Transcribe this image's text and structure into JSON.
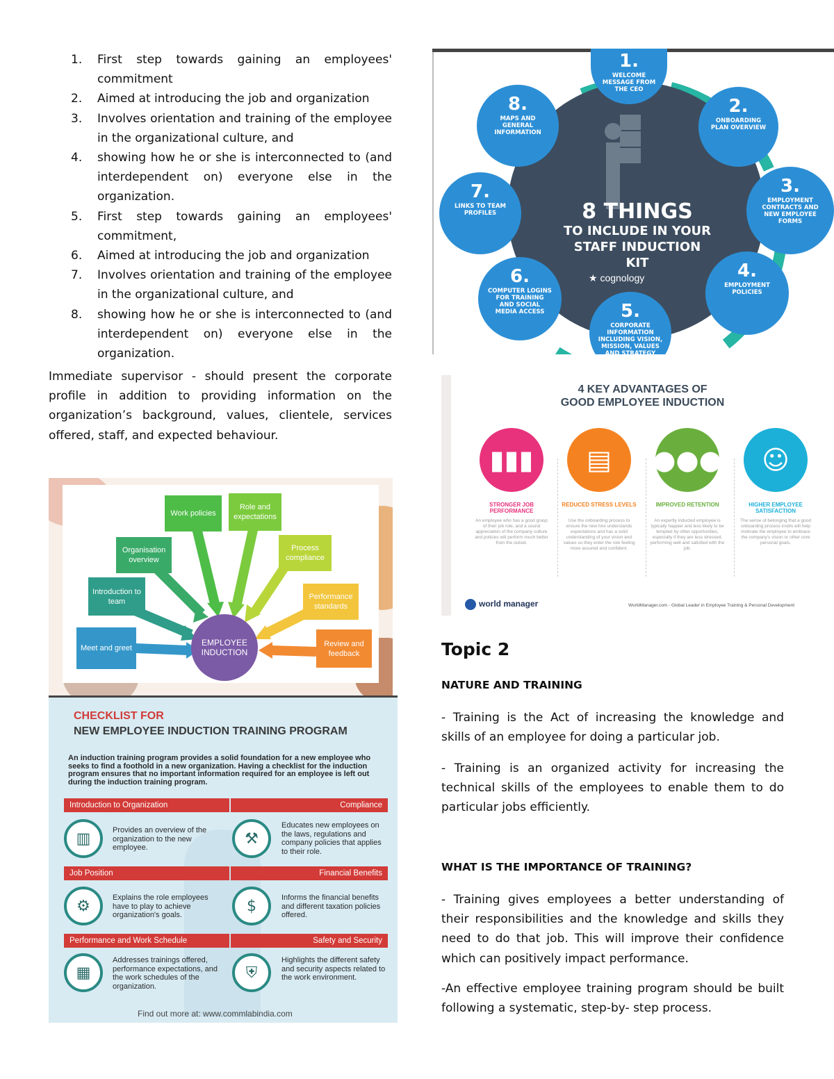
{
  "list": [
    {
      "num": "1.",
      "text": "First step towards gaining an employees' commitment"
    },
    {
      "num": "2.",
      "text": "Aimed at introducing the job and organization"
    },
    {
      "num": "3.",
      "text": "Involves orientation and training of the employee in the organizational culture, and"
    },
    {
      "num": "4.",
      "text": "showing how he or she is interconnected to (and interdependent on) everyone else in the organization."
    },
    {
      "num": "5.",
      "text": "First step towards gaining an employees' commitment,"
    },
    {
      "num": "6.",
      "text": "Aimed at introducing the job and organization"
    },
    {
      "num": "7.",
      "text": "Involves orientation and training of the employee in the organizational culture, and"
    },
    {
      "num": "8.",
      "text": "showing how he or she is interconnected to (and interdependent on) everyone else in the organization."
    }
  ],
  "supervisor_paragraph": "Immediate supervisor - should present the corporate profile in addition to providing information on the organization’s background, values, clientele, services offered, staff, and expected behaviour.",
  "kit": {
    "title_line1": "8 THINGS",
    "title_line2": "TO INCLUDE IN YOUR",
    "title_line3": "STAFF INDUCTION",
    "title_line4": "KIT",
    "brand": "cognology",
    "colors": {
      "bg": "#ffffff",
      "center": "#3d4d5f",
      "node": "#2c8fd6",
      "arrow": "#27b5a4"
    },
    "nodes": [
      {
        "num": "1.",
        "label": "WELCOME MESSAGE FROM THE CEO"
      },
      {
        "num": "2.",
        "label": "ONBOARDING PLAN OVERVIEW"
      },
      {
        "num": "3.",
        "label": "EMPLOYMENT CONTRACTS AND NEW EMPLOYEE FORMS"
      },
      {
        "num": "4.",
        "label": "EMPLOYMENT POLICIES"
      },
      {
        "num": "5.",
        "label": "CORPORATE INFORMATION INCLUDING VISION, MISSION, VALUES AND STRATEGY"
      },
      {
        "num": "6.",
        "label": "COMPUTER LOGINS FOR TRAINING AND SOCIAL MEDIA ACCESS"
      },
      {
        "num": "7.",
        "label": "LINKS TO TEAM PROFILES"
      },
      {
        "num": "8.",
        "label": "MAPS AND GENERAL INFORMATION"
      }
    ]
  },
  "advantages": {
    "title_line1": "4 KEY ADVANTAGES OF",
    "title_line2": "GOOD EMPLOYEE INDUCTION",
    "items": [
      {
        "title": "STRONGER JOB PERFORMANCE",
        "body": "An employee who has a good grasp of their job role, and a sound appreciation of the company culture and policies will perform much better from the outset.",
        "color": "#e8327c"
      },
      {
        "title": "REDUCED STRESS LEVELS",
        "body": "Use the onboarding process to ensure the new hire understands expectations and has a solid understanding of your vision and values so they enter the role feeling more assured and confident.",
        "color": "#f58220"
      },
      {
        "title": "IMPROVED RETENTION",
        "body": "An expertly inducted employee is typically happier and less likely to be tempted by other opportunities, especially if they are less stressed, performing well and satisfied with the job.",
        "color": "#6aaf3d"
      },
      {
        "title": "HIGHER EMPLOYEE SATISFACTION",
        "body": "The sense of belonging that a good onboarding process instils will help motivate the employee to embrace the company's vision or other core personal goals.",
        "color": "#1cb0d8"
      }
    ],
    "logo": "world manager",
    "footer": "WorldManager.com - Global Leader in Employee Training & Personal Development"
  },
  "induction_diagram": {
    "center": "EMPLOYEE INDUCTION",
    "boxes": [
      {
        "label": "Work policies",
        "color": "#4ebd48"
      },
      {
        "label": "Role and expectations",
        "color": "#7ccb3e"
      },
      {
        "label": "Process compliance",
        "color": "#b8d63a"
      },
      {
        "label": "Performance standards",
        "color": "#f2c53c"
      },
      {
        "label": "Review and feedback",
        "color": "#f28a32"
      },
      {
        "label": "Organisation overview",
        "color": "#3aaa68"
      },
      {
        "label": "Introduction to team",
        "color": "#2f9d8a"
      },
      {
        "label": "Meet and greet",
        "color": "#3597c9"
      }
    ]
  },
  "checklist": {
    "title_line1": "CHECKLIST FOR",
    "title_line2": "NEW EMPLOYEE INDUCTION TRAINING PROGRAM",
    "intro": "An induction training program provides a solid foundation for a new employee who seeks to find a foothold in a new organization. Having a checklist for the induction program ensures that no important information required for an employee is left out during the induction training program.",
    "sections": [
      {
        "left_title": "Introduction to Organization",
        "left_text": "Provides an overview of the organization to the new employee.",
        "right_title": "Compliance",
        "right_text": "Educates new employees on the laws, regulations and company policies that applies to their role."
      },
      {
        "left_title": "Job Position",
        "left_text": "Explains the role employees have to play to achieve organization's goals.",
        "right_title": "Financial Benefits",
        "right_text": "Informs the financial benefits and different taxation policies offered."
      },
      {
        "left_title": "Performance and Work Schedule",
        "left_text": "Addresses trainings offered, performance expectations, and the work schedules of the organization.",
        "right_title": "Safety and Security",
        "right_text": "Highlights the different safety and security aspects related to the work environment."
      }
    ],
    "footer": "Find out more at: www.commlabindia.com"
  },
  "topic": {
    "heading": "Topic 2",
    "subheading": "NATURE AND TRAINING",
    "p1": "- Training is the Act of increasing the knowledge and skills of an employee for doing a particular job.",
    "p2": "- Training is an organized activity for increasing the technical skills of the employees to enable them to do particular jobs efficiently.",
    "question": "WHAT IS THE IMPORTANCE OF TRAINING?",
    "p3": " - Training gives employees a better understanding of their responsibilities and the knowledge and skills they need to do that job. This will improve their confidence which can positively impact performance.",
    "p4": "-An effective employee training program should be built following a systematic, step-by- step process."
  }
}
